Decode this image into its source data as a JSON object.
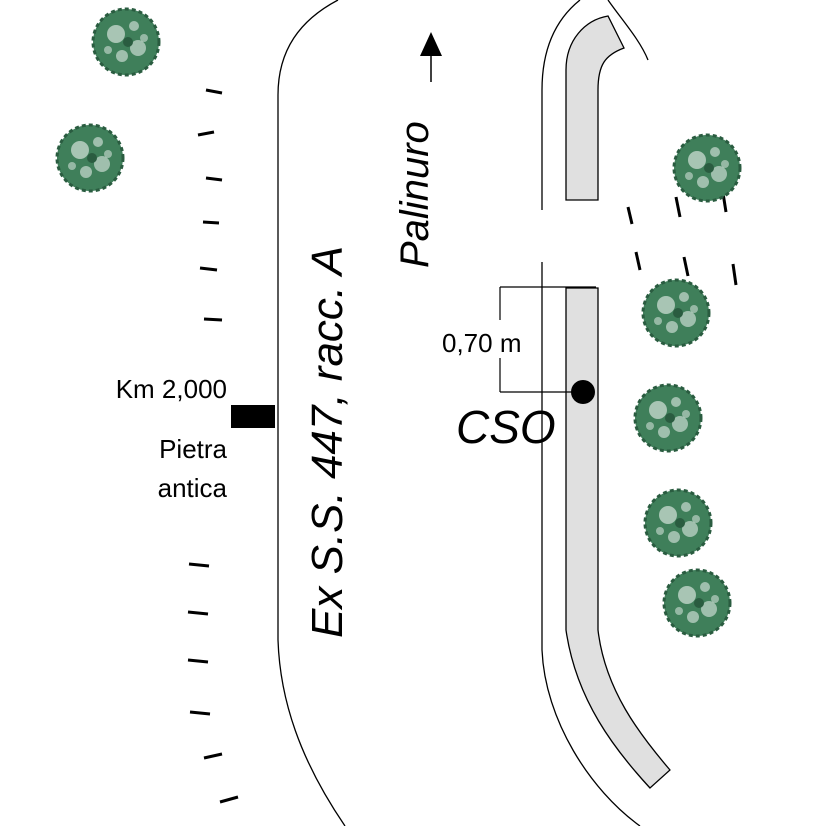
{
  "road_name": "Ex S.S. 447, racc. A",
  "direction_label": "Palinuro",
  "km_marker": "Km 2,000",
  "stone_label_line1": "Pietra",
  "stone_label_line2": "antica",
  "distance_label": "0,70 m",
  "point_label": "CSO",
  "icons": [
    "tree-icon",
    "direction-arrow-icon",
    "milestone-marker",
    "cso-point-marker"
  ],
  "colors": {
    "tree_foliage": "#3f7f5a",
    "island_fill": "#e0e0e0",
    "lines": "#000000"
  }
}
